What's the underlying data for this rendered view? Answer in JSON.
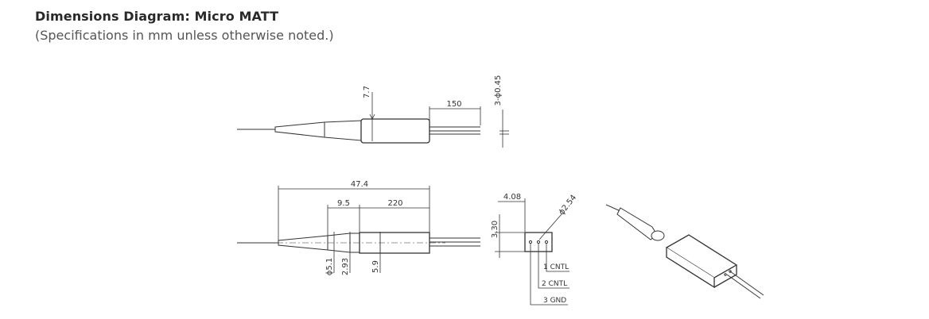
{
  "title": "Dimensions Diagram: Micro MATT",
  "subtitle": "(Specifications in mm unless otherwise noted.)",
  "top_view": {
    "dim_height": "7.7",
    "dim_lead": "150",
    "dim_pins": "3-ϕ0.45"
  },
  "side_view": {
    "dim_total": "47.4",
    "dim_sleeve": "9.5",
    "dim_fiber": "220",
    "dim_d1": "ϕ5.1",
    "dim_d2": "2.93",
    "dim_body": "5.9"
  },
  "end_view": {
    "dim_width": "4.08",
    "dim_height": "3.30",
    "dim_pitch": "ϕ2.54",
    "pins": [
      "1 CNTL",
      "2 CNTL",
      "3 GND"
    ]
  }
}
